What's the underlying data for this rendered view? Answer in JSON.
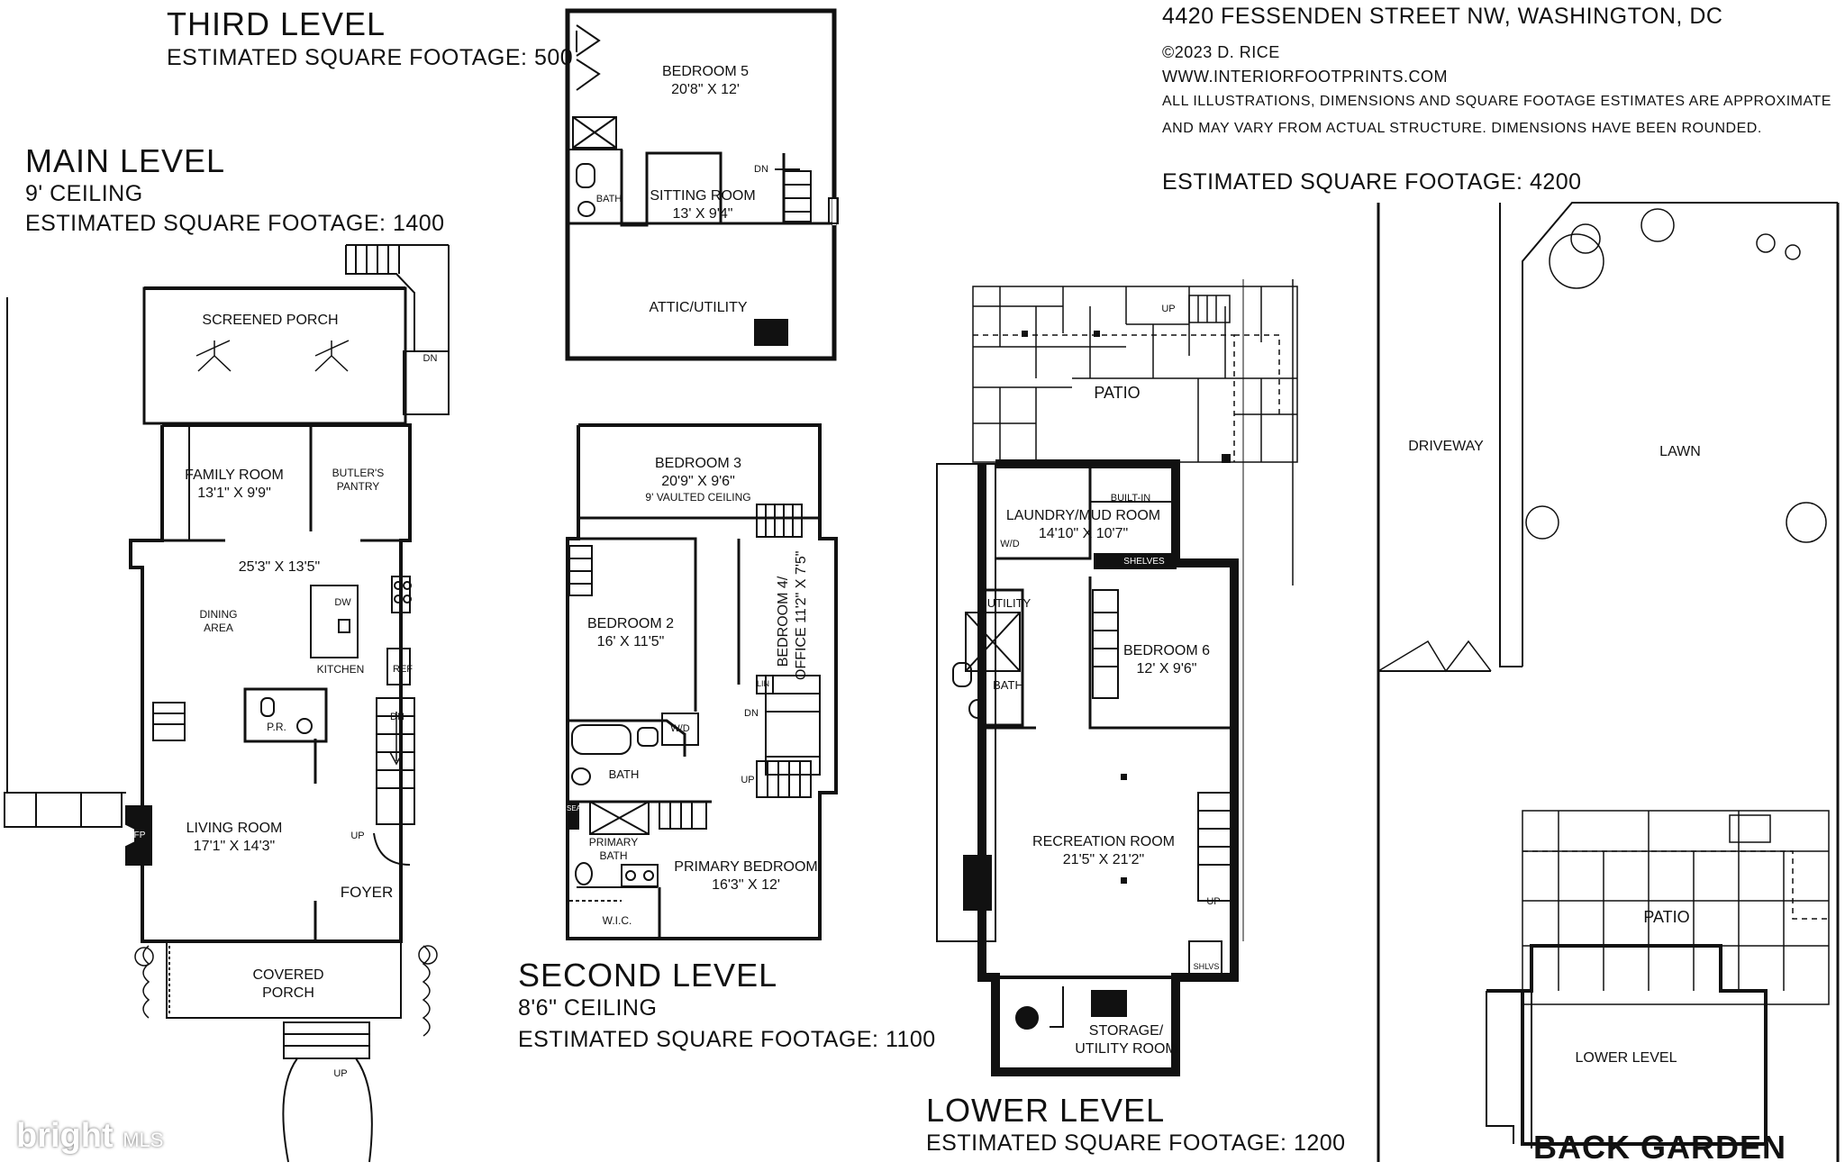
{
  "address": "4420 FESSENDEN STREET NW, WASHINGTON, DC",
  "copyright": "©2023 D. RICE",
  "website": "WWW.INTERIORFOOTPRINTS.COM",
  "disclaimer_line1": "ALL ILLUSTRATIONS, DIMENSIONS AND SQUARE FOOTAGE ESTIMATES ARE APPROXIMATE",
  "disclaimer_line2": "AND MAY VARY FROM ACTUAL STRUCTURE. DIMENSIONS HAVE BEEN ROUNDED.",
  "total_sqft": "ESTIMATED SQUARE FOOTAGE: 4200",
  "logo": {
    "brand": "bright",
    "suffix": "MLS"
  },
  "levels": {
    "third": {
      "title": "THIRD LEVEL",
      "sqft": "ESTIMATED SQUARE FOOTAGE: 500"
    },
    "main": {
      "title": "MAIN LEVEL",
      "ceiling": "9' CEILING",
      "sqft": "ESTIMATED SQUARE FOOTAGE: 1400"
    },
    "second": {
      "title": "SECOND LEVEL",
      "ceiling": "8'6\" CEILING",
      "sqft": "ESTIMATED SQUARE FOOTAGE: 1100"
    },
    "lower": {
      "title": "LOWER LEVEL",
      "sqft": "ESTIMATED SQUARE FOOTAGE: 1200"
    },
    "garden": {
      "title": "BACK GARDEN"
    }
  },
  "rooms": {
    "bedroom5": {
      "name": "BEDROOM 5",
      "dim": "20'8\" X 12'"
    },
    "bath3": {
      "name": "BATH"
    },
    "sitting": {
      "name": "SITTING ROOM",
      "dim": "13' X 9'4\""
    },
    "dn3": {
      "name": "DN"
    },
    "attic": {
      "name": "ATTIC/UTILITY"
    },
    "screened": {
      "name": "SCREENED PORCH"
    },
    "dn_deck": {
      "name": "DN"
    },
    "family": {
      "name": "FAMILY ROOM",
      "dim": "13'1\" X 9'9\""
    },
    "butler": {
      "name": "BUTLER'S",
      "name2": "PANTRY"
    },
    "great": {
      "dim": "25'3\" X 13'5\""
    },
    "dining": {
      "name": "DINING",
      "name2": "AREA"
    },
    "dw": {
      "name": "DW"
    },
    "kitchen": {
      "name": "KITCHEN"
    },
    "ref": {
      "name": "REF"
    },
    "pr": {
      "name": "P.R."
    },
    "dn_main": {
      "name": "DN"
    },
    "living": {
      "name": "LIVING ROOM",
      "dim": "17'1\" X 14'3\""
    },
    "fp": {
      "name": "FP"
    },
    "up_main": {
      "name": "UP"
    },
    "foyer": {
      "name": "FOYER"
    },
    "covered": {
      "name": "COVERED",
      "name2": "PORCH"
    },
    "up_walk": {
      "name": "UP"
    },
    "bedroom3": {
      "name": "BEDROOM 3",
      "dim": "20'9\" X 9'6\"",
      "note": "9' VAULTED CEILING"
    },
    "bedroom2": {
      "name": "BEDROOM 2",
      "dim": "16' X 11'5\""
    },
    "bedroom4": {
      "name": "BEDROOM 4/",
      "name2": "OFFICE",
      "dim": "11'2\" X 7'5\""
    },
    "lin": {
      "name": "LIN"
    },
    "wd2": {
      "name": "W/D"
    },
    "dn2": {
      "name": "DN"
    },
    "bath2": {
      "name": "BATH"
    },
    "up2": {
      "name": "UP"
    },
    "seat": {
      "name": "SEAT"
    },
    "pbath": {
      "name": "PRIMARY",
      "name2": "BATH"
    },
    "wic": {
      "name": "W.I.C."
    },
    "primary": {
      "name": "PRIMARY BEDROOM",
      "dim": "16'3\" X 12'"
    },
    "patio_l": {
      "name": "PATIO"
    },
    "up_patio": {
      "name": "UP"
    },
    "builtin": {
      "name": "BUILT-IN"
    },
    "laundry": {
      "name": "LAUNDRY/MUD ROOM",
      "dim": "14'10\" X 10'7\""
    },
    "wd_l": {
      "name": "W/D"
    },
    "shelves": {
      "name": "SHELVES"
    },
    "utility": {
      "name": "UTILITY"
    },
    "bath_l": {
      "name": "BATH"
    },
    "bedroom6": {
      "name": "BEDROOM 6",
      "dim": "12' X 9'6\""
    },
    "rec": {
      "name": "RECREATION ROOM",
      "dim": "21'5\" X 21'2\""
    },
    "up_l": {
      "name": "UP"
    },
    "shlvs": {
      "name": "SHLVS"
    },
    "storage": {
      "name": "STORAGE/",
      "name2": "UTILITY ROOM"
    },
    "driveway": {
      "name": "DRIVEWAY"
    },
    "lawn": {
      "name": "LAWN"
    },
    "patio_g": {
      "name": "PATIO"
    },
    "lowerlevel_g": {
      "name": "LOWER LEVEL"
    }
  }
}
